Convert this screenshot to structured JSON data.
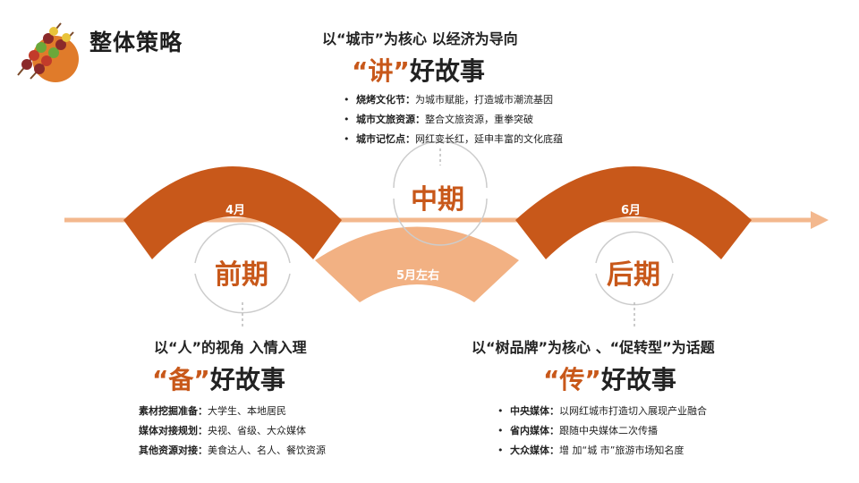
{
  "title": "整体策略",
  "colors": {
    "accent": "#c8581a",
    "peach": "#f2b183",
    "line": "#f3b88e",
    "text": "#222222"
  },
  "icons": {
    "logo": "bbq-skewer-icon",
    "arrow": "arrow-right-icon"
  },
  "timeline": {
    "early": {
      "month": "4月",
      "phase": "前期"
    },
    "mid": {
      "month": "5月左右",
      "phase": "中期"
    },
    "late": {
      "month": "6月",
      "phase": "后期"
    }
  },
  "top_block": {
    "subtitle": "以“城市”为核心 以经济为导向",
    "quote_open": "“",
    "keyword": "讲",
    "quote_close": "”",
    "rest": "好故事",
    "items": [
      {
        "label": "烧烤文化节：",
        "text": "为城市赋能，打造城市潮流基因"
      },
      {
        "label": "城市文旅资源：",
        "text": "整合文旅资源，重拳突破"
      },
      {
        "label": "城市记忆点：",
        "text": "网红变长红，延申丰富的文化底蕴"
      }
    ]
  },
  "left_block": {
    "subtitle": "以“人”的视角   入情入理",
    "quote_open": "“",
    "keyword": "备",
    "quote_close": "”",
    "rest": "好故事",
    "items": [
      {
        "label": "素材挖掘准备：",
        "text": "大学生、本地居民"
      },
      {
        "label": "媒体对接规划：",
        "text": "央视、省级、大众媒体"
      },
      {
        "label": "其他资源对接：",
        "text": "美食达人、名人、餐饮资源"
      }
    ]
  },
  "right_block": {
    "subtitle": "以“树品牌”为核心   、“促转型”为话题",
    "quote_open": "“",
    "keyword": "传",
    "quote_close": "”",
    "rest": "好故事",
    "items": [
      {
        "label": "中央媒体：",
        "text": "以网红城市打造切入展现产业融合"
      },
      {
        "label": "省内媒体：",
        "text": "跟随中央媒体二次传播"
      },
      {
        "label": "大众媒体：",
        "text": "增 加“城 市”旅游市场知名度"
      }
    ]
  }
}
